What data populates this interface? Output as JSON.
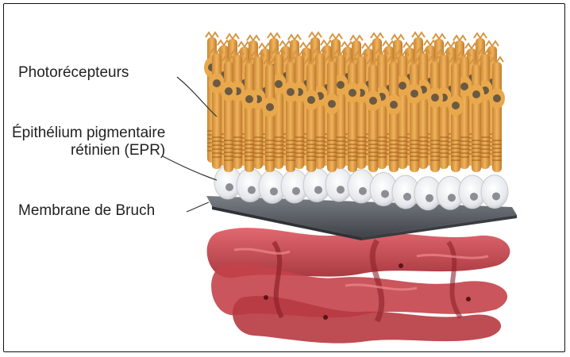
{
  "labels": {
    "photoreceptors": "Photorécepteurs",
    "rpe_line1": "Épithélium pigmentaire",
    "rpe_line2": "rétinien (EPR)",
    "bruch": "Membrane de Bruch"
  },
  "colors": {
    "photoreceptor_body": "#e5a446",
    "photoreceptor_dark": "#b8742a",
    "nucleus": "#6a5a42",
    "rpe_cells": "#e9eaee",
    "bruch_membrane": "#555a60",
    "choroid_vessels": "#c8464c",
    "frame": "#111111"
  }
}
